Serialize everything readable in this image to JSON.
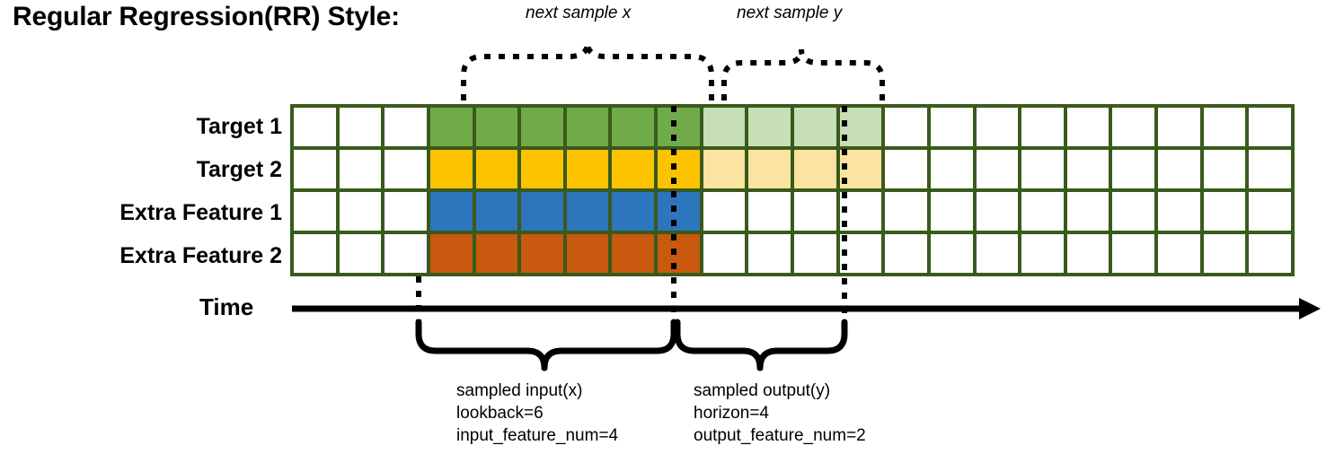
{
  "title": "Regular Regression(RR) Style:",
  "top_labels": {
    "next_x": "next sample x",
    "next_y": "next sample y"
  },
  "rows": [
    {
      "label": "Target 1",
      "color_key": "green",
      "light_key": "greenl"
    },
    {
      "label": "Target 2",
      "color_key": "yellow",
      "light_key": "yellowl"
    },
    {
      "label": "Extra Feature 1",
      "color_key": "blue",
      "light_key": null
    },
    {
      "label": "Extra Feature 2",
      "color_key": "orange",
      "light_key": null
    }
  ],
  "grid": {
    "total_columns": 22,
    "leading_blank_columns": 3,
    "input_columns": 6,
    "output_columns": 4,
    "trailing_blank_columns": 9
  },
  "time_axis": {
    "label": "Time"
  },
  "annotations": {
    "input": {
      "line1": "sampled input(x)",
      "line2": "lookback=6",
      "line3": "input_feature_num=4"
    },
    "output": {
      "line1": "sampled output(y)",
      "line2": "horizon=4",
      "line3": "output_feature_num=2"
    }
  },
  "colors": {
    "grid_border": "#3a5a1c",
    "green": "#70ab4a",
    "greenl": "#c6dfb4",
    "yellow": "#fdc300",
    "yellowl": "#fde3a0",
    "blue": "#2d75bc",
    "orange": "#c8590f",
    "cell_blank": "#ffffff",
    "ink": "#000000"
  }
}
